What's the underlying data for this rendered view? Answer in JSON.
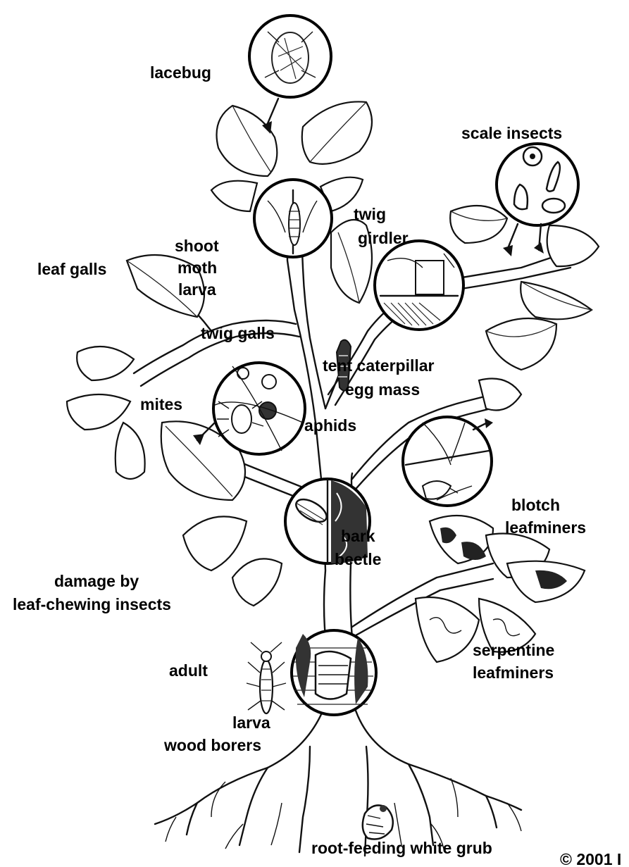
{
  "labels": {
    "lacebug": "lacebug",
    "scale_insects": "scale insects",
    "twig_girdler_1": "twig",
    "twig_girdler_2": "girdler",
    "shoot_moth_1": "shoot",
    "shoot_moth_2": "moth",
    "shoot_moth_3": "larva",
    "leaf_galls": "leaf galls",
    "twig_galls": "twig galls",
    "tent_caterpillar_1": "tent caterpillar",
    "tent_caterpillar_2": "egg mass",
    "mites": "mites",
    "aphids": "aphids",
    "blotch_1": "blotch",
    "blotch_2": "leafminers",
    "bark_beetle_1": "bark",
    "bark_beetle_2": "beetle",
    "damage_1": "damage by",
    "damage_2": "leaf-chewing insects",
    "adult": "adult",
    "larva": "larva",
    "wood_borers": "wood borers",
    "serpentine_1": "serpentine",
    "serpentine_2": "leafminers",
    "root_grub": "root-feeding white grub",
    "copyright": "© 2001 I"
  }
}
